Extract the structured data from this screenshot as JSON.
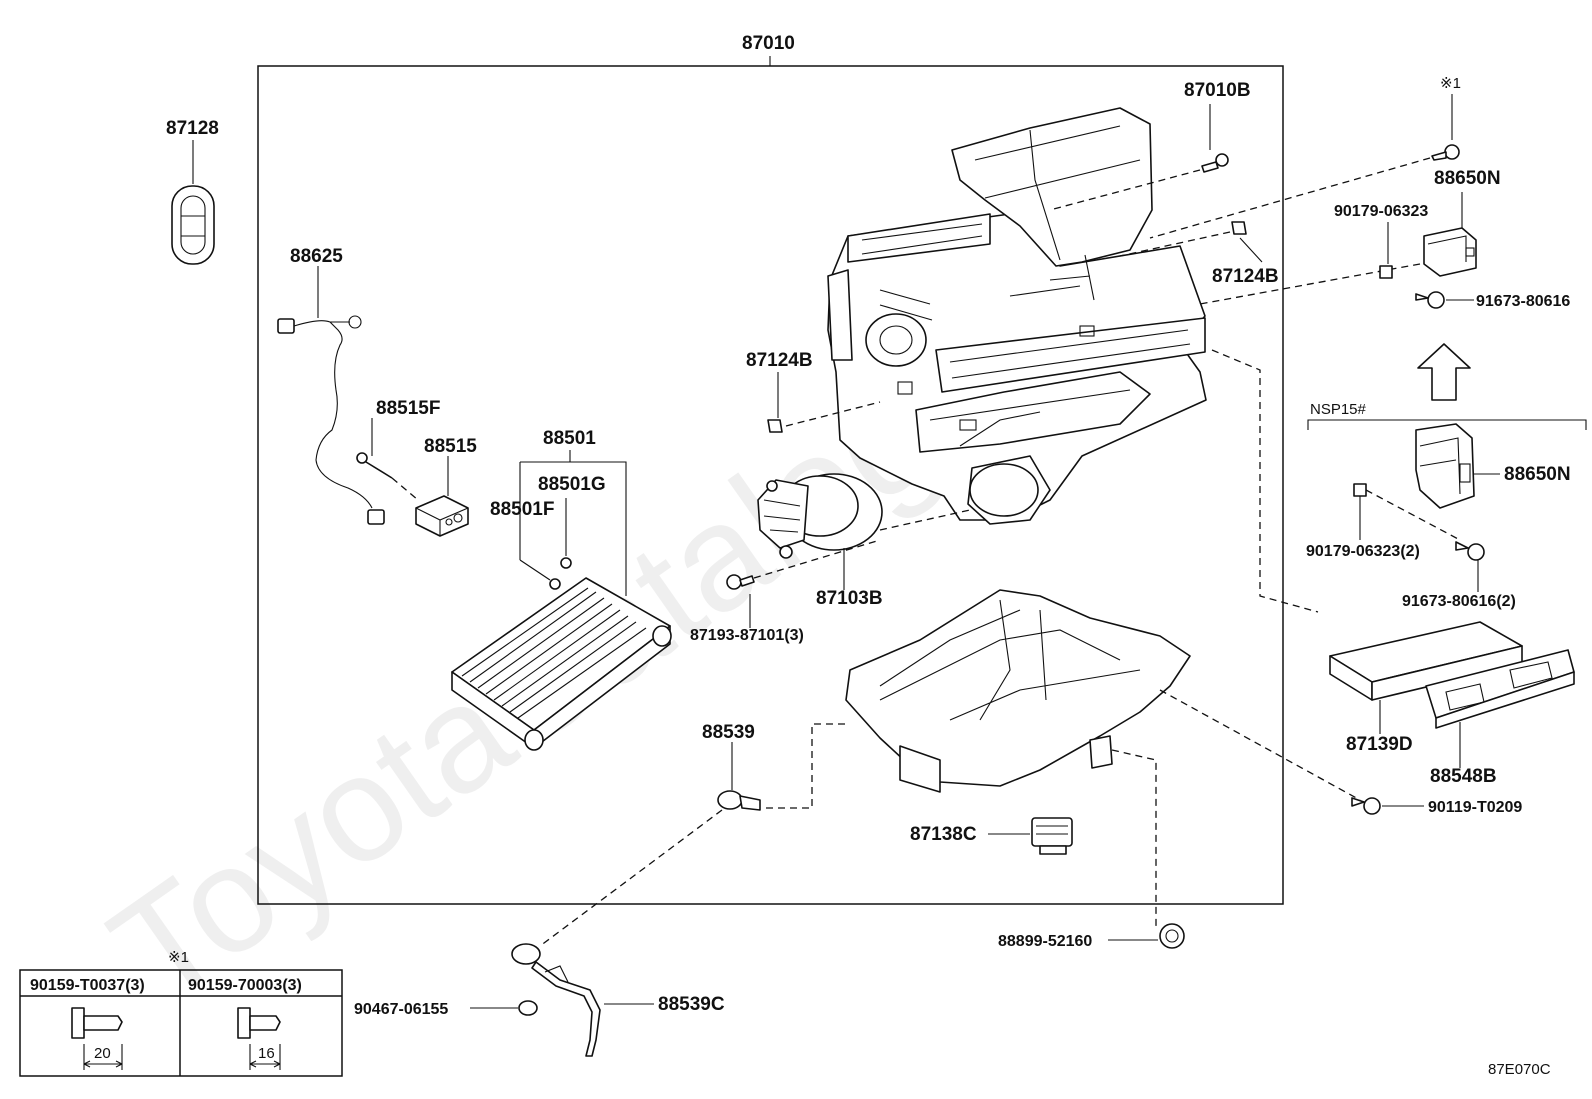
{
  "watermark": "ToyotaCatalog.ru",
  "figure_code": "87E070C",
  "labels": {
    "l87010": "87010",
    "l87128": "87128",
    "l88625": "88625",
    "l88515F": "88515F",
    "l88515": "88515",
    "l88501": "88501",
    "l88501G": "88501G",
    "l88501F": "88501F",
    "l87010B": "87010B",
    "l87124B_right": "87124B",
    "l87124B_left": "87124B",
    "l87103B": "87103B",
    "l87193": "87193-87101(3)",
    "l88539": "88539",
    "l87138C": "87138C",
    "l88899": "88899-52160",
    "l90467": "90467-06155",
    "l88539C": "88539C",
    "note_mark_top": "※1",
    "l88650N_top": "88650N",
    "l90179_top": "90179-06323",
    "l91673_top": "91673-80616",
    "nsp_variant": "NSP15#",
    "l88650N_bottom": "88650N",
    "l90179_bottom": "90179-06323(2)",
    "l91673_bottom": "91673-80616(2)",
    "l87139D": "87139D",
    "l88548B": "88548B",
    "l90119": "90119-T0209"
  },
  "bolt_table": {
    "note_mark": "※1",
    "col1_header": "90159-T0037(3)",
    "col2_header": "90159-70003(3)",
    "col1_length": "20",
    "col2_length": "16"
  },
  "colors": {
    "line": "#111111",
    "background": "#ffffff"
  }
}
